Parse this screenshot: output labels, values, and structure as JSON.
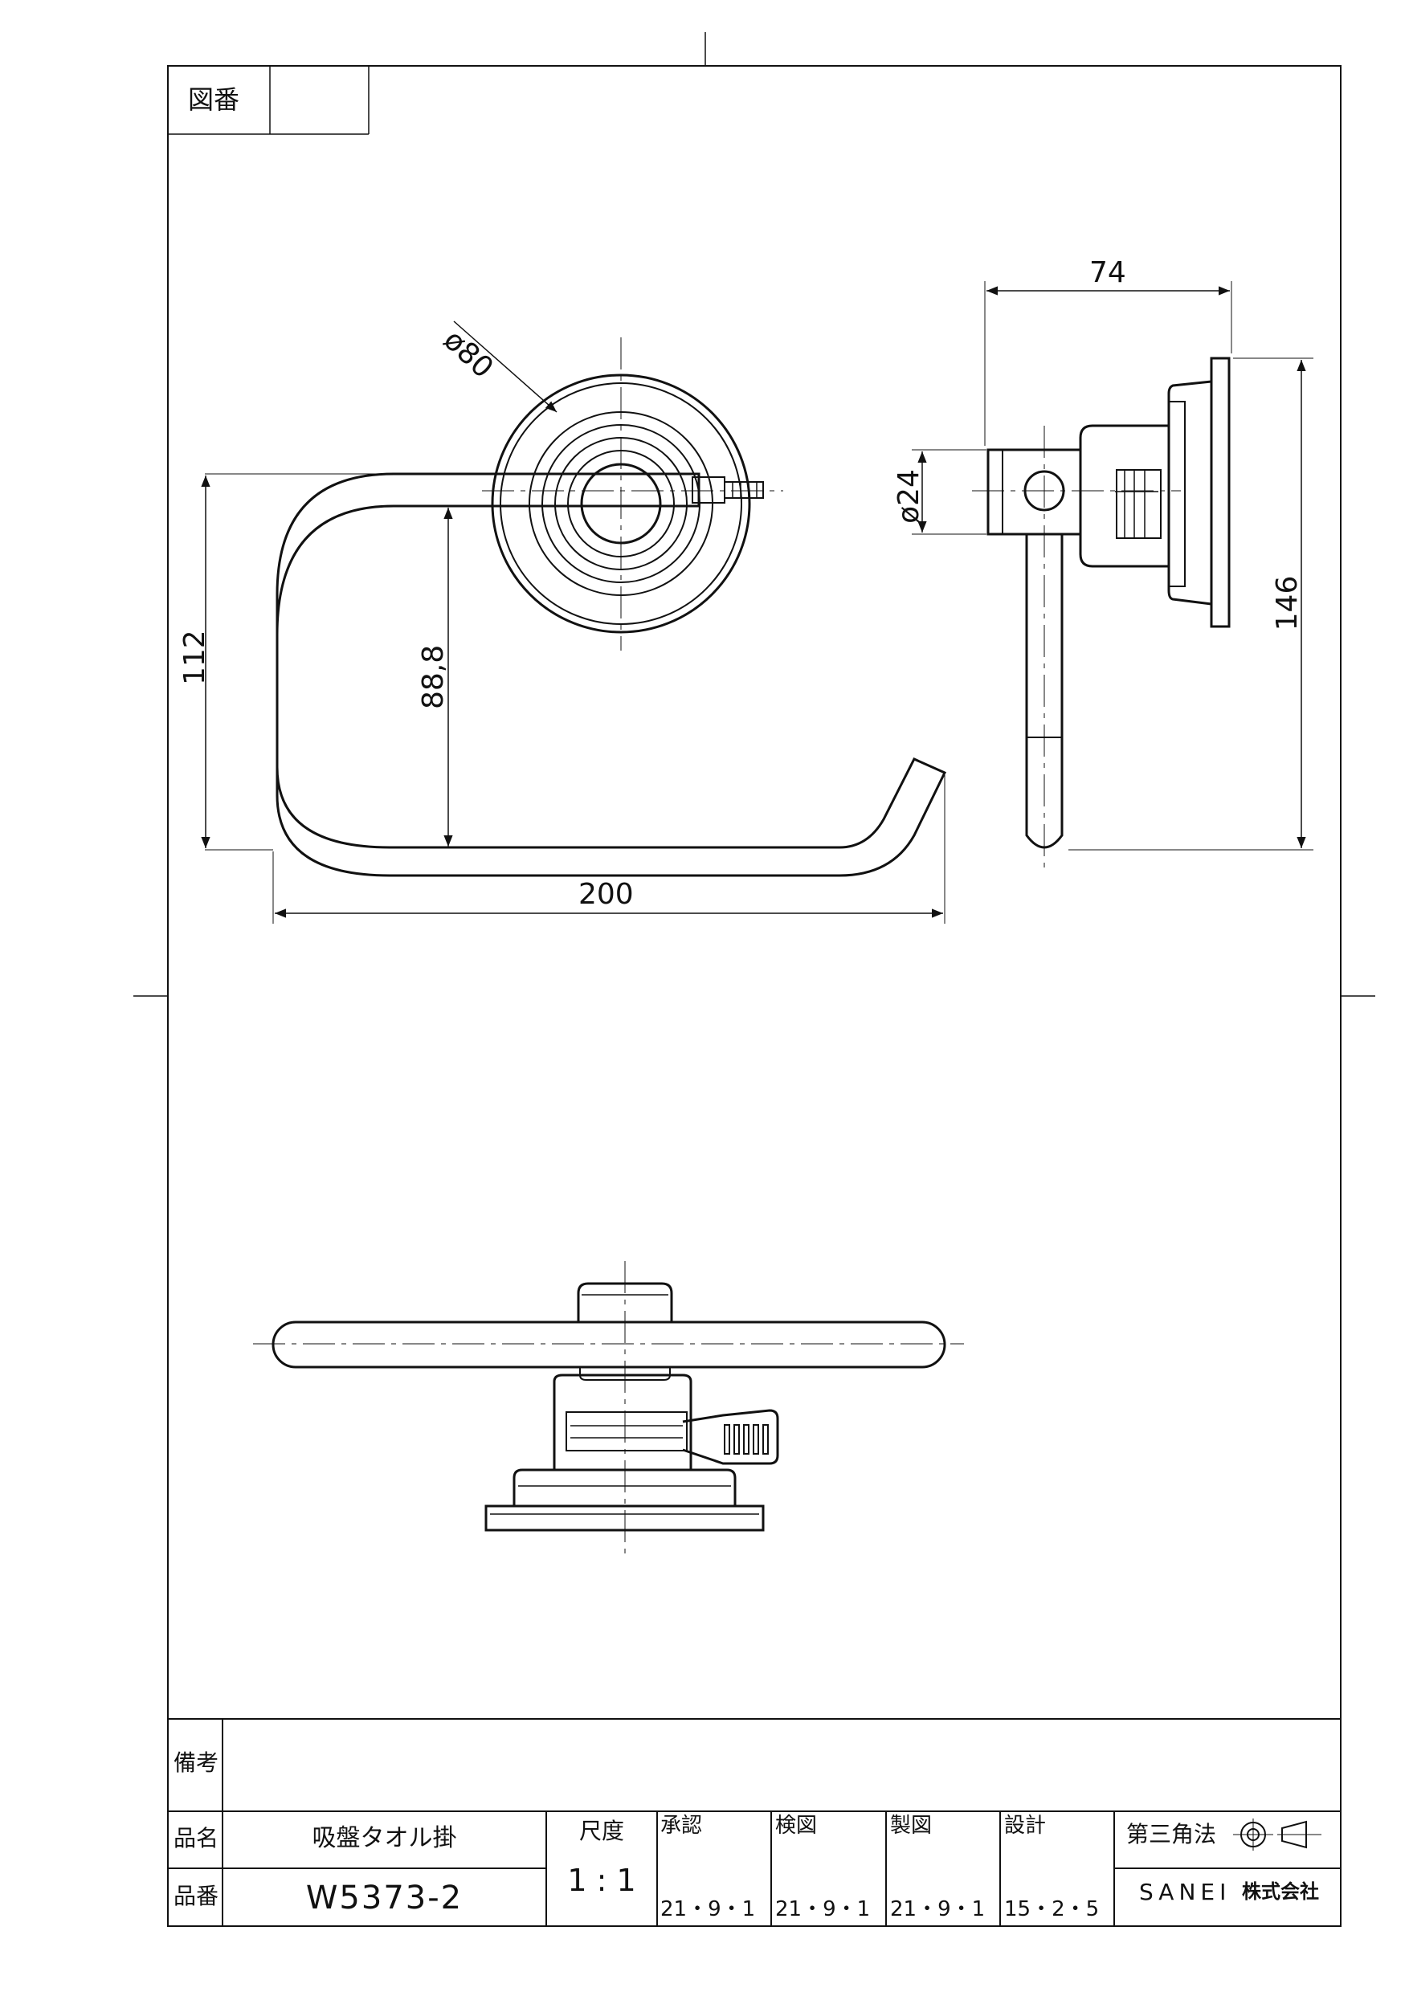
{
  "drawing_number": {
    "label": "図番",
    "value": ""
  },
  "dimensions": {
    "phi80": "ø80",
    "d112": "112",
    "d88": "88,8",
    "d200": "200",
    "d74": "74",
    "phi24": "ø24",
    "d146": "146"
  },
  "title_block": {
    "remarks_label": "備考",
    "remarks_value": "",
    "product_name_label": "品名",
    "product_name": "吸盤タオル掛",
    "product_number_label": "品番",
    "product_number": "W5373-2",
    "scale_label": "尺度",
    "scale": "1 : 1",
    "approved_label": "承認",
    "approved_date": "21・9・1",
    "checked_label": "検図",
    "checked_date": "21・9・1",
    "drawn_label": "製図",
    "drawn_date": "21・9・1",
    "design_label": "設計",
    "design_date": "15・2・5",
    "projection_label": "第三角法",
    "company": "SANEI",
    "company_suffix": "株式会社"
  }
}
